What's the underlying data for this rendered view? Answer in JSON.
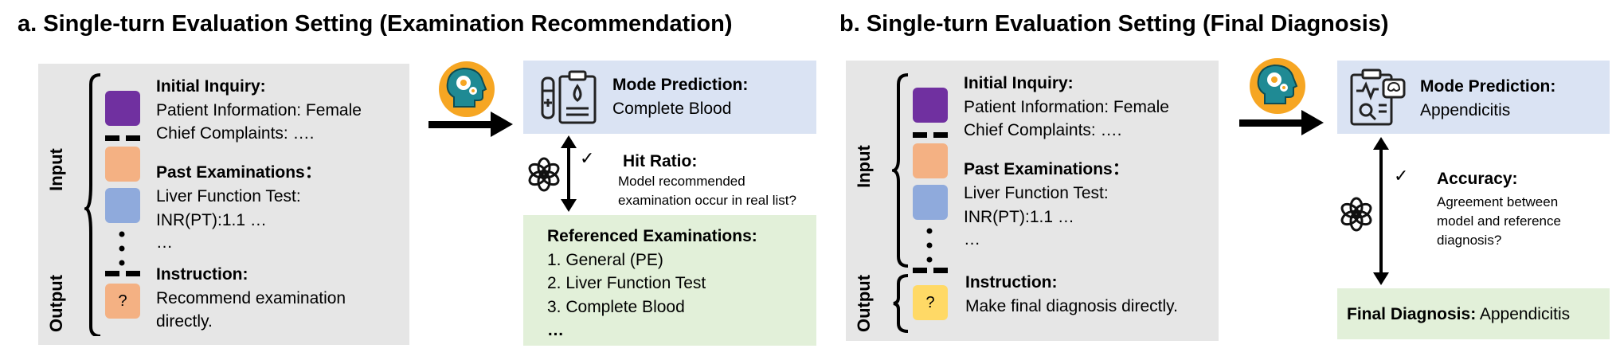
{
  "panel_a": {
    "title": "a. Single-turn Evaluation Setting (Examination Recommendation)",
    "input_label": "Input",
    "output_label": "Output",
    "initial_inquiry_heading": "Initial Inquiry:",
    "patient_info": "Patient Information: Female",
    "chief_complaints": "Chief Complaints: ….",
    "past_exams_heading": "Past Examinations：",
    "liver_test": "Liver Function Test:",
    "inr": "INR(PT):1.1 …",
    "ellipsis": "…",
    "instruction_heading": "Instruction:",
    "instruction_line1": "Recommend examination",
    "instruction_line2": "directly.",
    "question_mark": "?",
    "prediction_heading": "Mode Prediction:",
    "prediction_value": "Complete Blood",
    "check": "✓",
    "metric_heading": "Hit Ratio:",
    "metric_line1": "Model recommended",
    "metric_line2": "examination occur in real list?",
    "reference_heading": "Referenced Examinations:",
    "reference_items": [
      "1. General (PE)",
      "2. Liver Function Test",
      "3. Complete Blood"
    ],
    "reference_more": "…"
  },
  "panel_b": {
    "title": "b. Single-turn Evaluation Setting (Final Diagnosis)",
    "input_label": "Input",
    "output_label": "Output",
    "initial_inquiry_heading": "Initial Inquiry:",
    "patient_info": "Patient Information: Female",
    "chief_complaints": "Chief Complaints: ….",
    "past_exams_heading": "Past Examinations：",
    "liver_test": "Liver Function Test:",
    "inr": "INR(PT):1.1 …",
    "ellipsis": "…",
    "instruction_heading": "Instruction:",
    "instruction_line1": "Make final diagnosis directly.",
    "question_mark": "?",
    "prediction_heading": "Mode Prediction:",
    "prediction_value": "Appendicitis",
    "check": "✓",
    "metric_heading": "Accuracy:",
    "metric_line1": "Agreement between",
    "metric_line2": "model and reference",
    "metric_line3": "diagnosis?",
    "final_heading": "Final Diagnosis:",
    "final_value": "Appendicitis"
  },
  "colors": {
    "purple": "#7030a0",
    "orange": "#f4b183",
    "light_blue": "#8faadc",
    "yellow": "#ffd966",
    "gray_box": "#e6e6e6",
    "prediction_box": "#dae3f3",
    "reference_box": "#e2f0d9",
    "head_icon_circle": "#f6a623",
    "head_icon_face": "#1f8a94"
  },
  "icons": [
    "brain-head-icon",
    "lab-clipboard-icon",
    "diagnosis-clipboard-icon",
    "openai-logo-icon"
  ]
}
